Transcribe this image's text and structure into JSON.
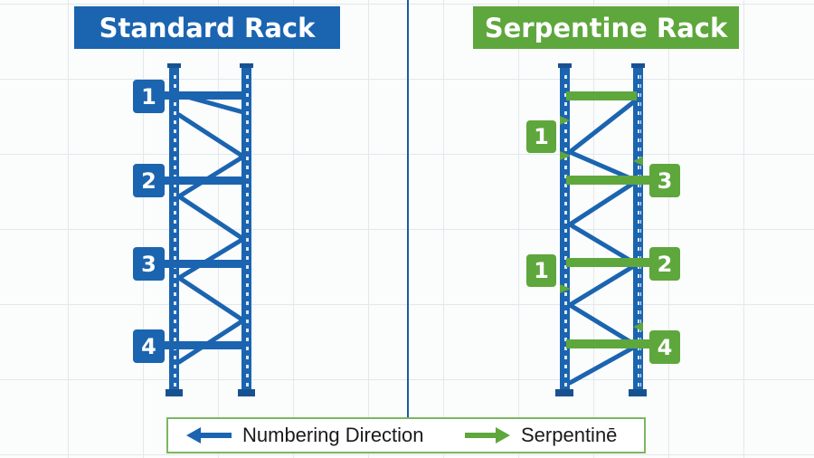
{
  "titles": {
    "left": "Standard Rack",
    "right": "Serpentine Rack"
  },
  "standard_rack": {
    "level_labels": [
      "1",
      "2",
      "3",
      "4"
    ]
  },
  "serpentine_rack": {
    "level_labels": [
      "1",
      "3",
      "1",
      "2",
      "4"
    ]
  },
  "legend": {
    "blue_label": "Numbering Direction",
    "green_label": "Serpentinē"
  },
  "colors": {
    "standard_blue": "#1b64b0",
    "serpentine_green": "#5ea73c",
    "grid": "#e3e8ec"
  }
}
